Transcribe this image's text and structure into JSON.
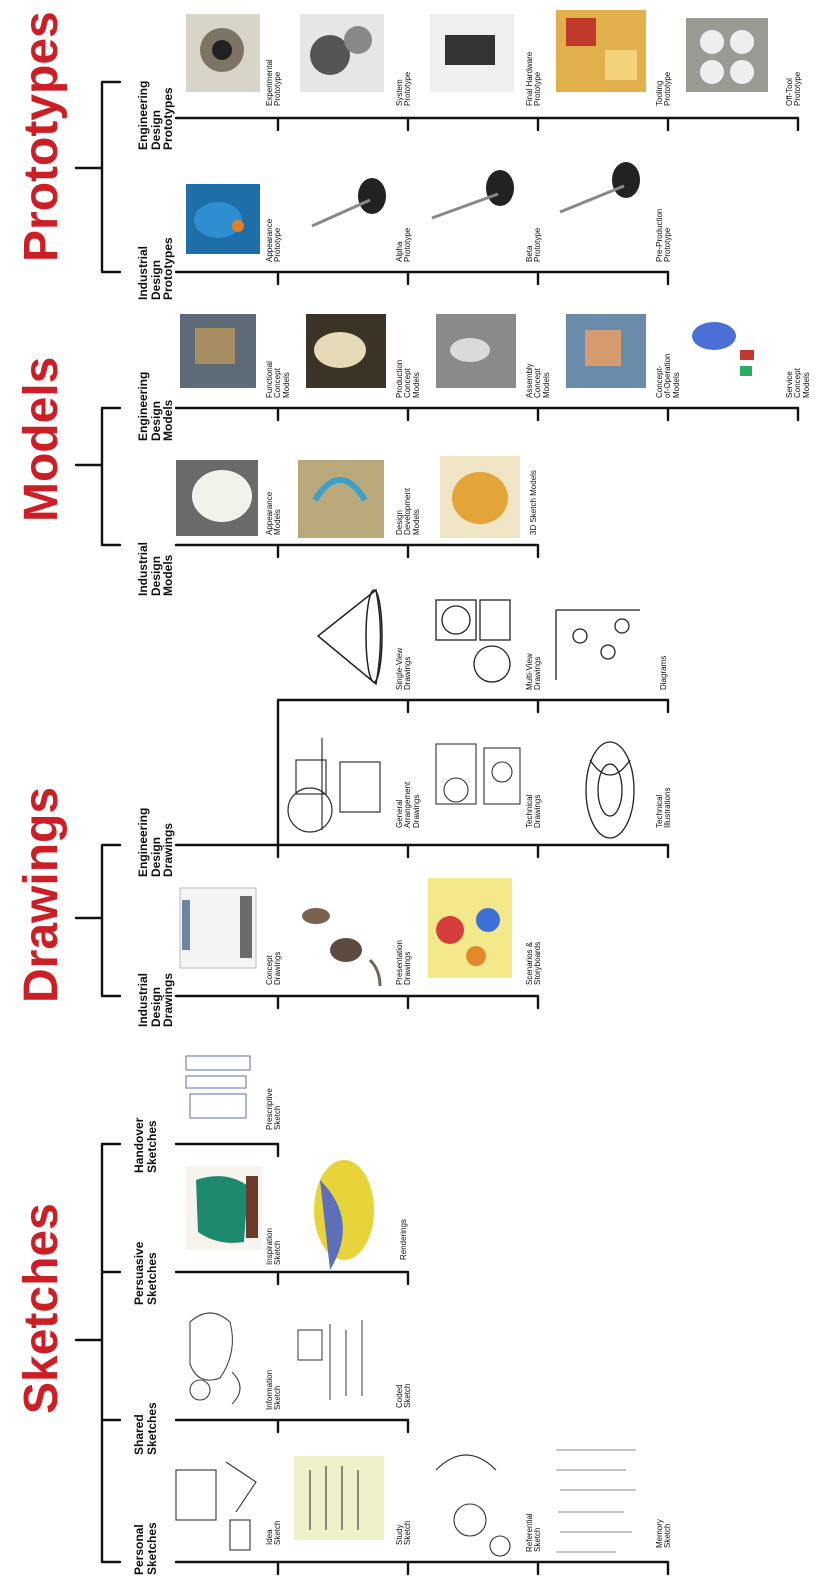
{
  "sections": {
    "sketches": {
      "title": "Sketches",
      "groups": {
        "personal": {
          "label": "Personal\nSketches",
          "items": [
            "Idea\nSketch",
            "Study\nSketch",
            "Referential\nSketch",
            "Memory\nSketch"
          ]
        },
        "shared": {
          "label": "Shared\nSketches",
          "items": [
            "Information\nSketch",
            "Coded\nSketch"
          ]
        },
        "persuasive": {
          "label": "Persuasive\nSketches",
          "items": [
            "Inspiration\nSketch",
            "Renderings"
          ]
        },
        "handover": {
          "label": "Handover\nSketches",
          "items": [
            "Prescriptive\nSketch"
          ]
        }
      }
    },
    "drawings": {
      "title": "Drawings",
      "groups": {
        "industrial": {
          "label": "Industrial\nDesign\nDrawings",
          "items": [
            "Concept\nDrawings",
            "Presentation\nDrawings",
            "Scenarios &\nStoryboards"
          ]
        },
        "engineering": {
          "label": "Engineering\nDesign\nDrawings",
          "items": [
            "General\nArrangement\nDrawings",
            "Technical\nDrawings",
            "Technical\nIllustrations",
            "Single-View\nDrawings",
            "Multi-View\nDrawings",
            "Diagrams"
          ]
        }
      }
    },
    "models": {
      "title": "Models",
      "groups": {
        "industrial": {
          "label": "Industrial\nDesign\nModels",
          "items": [
            "Appearance\nModels",
            "Design\nDevelopment\nModels",
            "3D Sketch Models"
          ]
        },
        "engineering": {
          "label": "Engineering\nDesign\nModels",
          "items": [
            "Functional\nConcept\nModels",
            "Production\nConcept\nModels",
            "Assembly\nConcept\nModels",
            "Concept-\nof-Operation\nModels",
            "Service\nConcept\nModels"
          ]
        }
      }
    },
    "prototypes": {
      "title": "Prototypes",
      "groups": {
        "industrial": {
          "label": "Industrial\nDesign\nPrototypes",
          "items": [
            "Appearance\nPrototype",
            "Alpha\nPrototype",
            "Beta\nPrototype",
            "Pre-Production\nPrototype"
          ]
        },
        "engineering": {
          "label": "Engineering\nDesign\nPrototypes",
          "items": [
            "Experimental\nPrototype",
            "System\nPrototype",
            "Final Hardware\nPrototype",
            "Tooling\nPrototype",
            "Off-Tool\nPrototype"
          ]
        }
      }
    }
  },
  "colors": {
    "title": "#cc1e24",
    "line": "#111111"
  }
}
